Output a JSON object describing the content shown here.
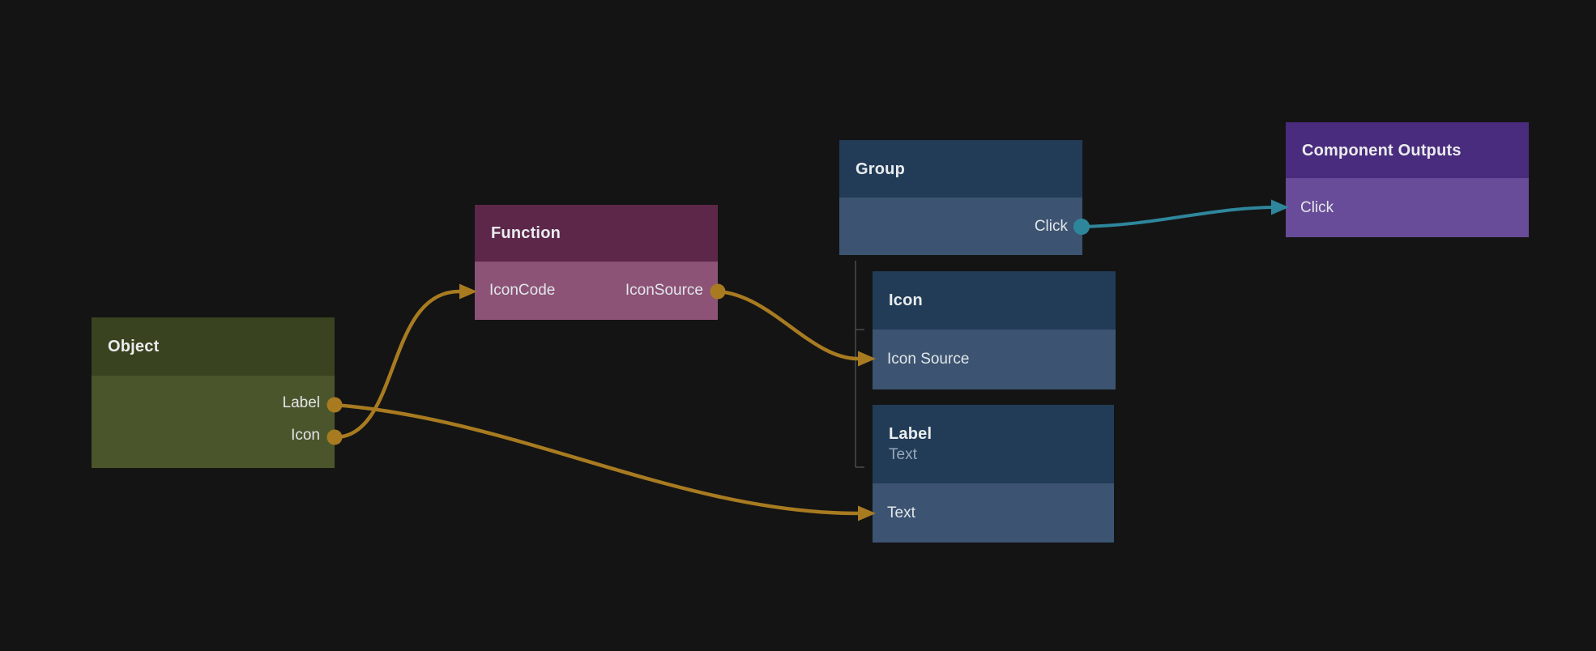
{
  "canvas": {
    "background": "#141414"
  },
  "colors": {
    "wire_gold": "#a87b21",
    "wire_teal": "#2e869c",
    "port_gold": "#a87b21",
    "port_teal": "#2e869c",
    "tree_line": "#4b4b4b",
    "title_text": "#e9ecee",
    "port_text": "#e2e6e9",
    "subtitle_text": "#96a9bb"
  },
  "nodes": {
    "object": {
      "title": "Object",
      "header_color": "#3a431f",
      "body_color": "#4b552b",
      "outputs": [
        {
          "label": "Label"
        },
        {
          "label": "Icon"
        }
      ]
    },
    "function": {
      "title": "Function",
      "header_color": "#5c2749",
      "body_color": "#8c5377",
      "input": "IconCode",
      "output": "IconSource"
    },
    "group": {
      "title": "Group",
      "header_color": "#223c57",
      "body_color": "#3c5471",
      "output": "Click"
    },
    "icon": {
      "title": "Icon",
      "header_color": "#223c57",
      "body_color": "#3c5471",
      "input": "Icon Source"
    },
    "label": {
      "title": "Label",
      "subtitle": "Text",
      "header_color": "#223c57",
      "body_color": "#3c5471",
      "input": "Text"
    },
    "component_outputs": {
      "title": "Component Outputs",
      "header_color": "#4a2c7e",
      "body_color": "#684c99",
      "input": "Click"
    }
  },
  "edges": [
    {
      "from": "Object.Icon",
      "to": "Function.IconCode",
      "color": "#a87b21"
    },
    {
      "from": "Object.Label",
      "to": "Label.Text",
      "color": "#a87b21"
    },
    {
      "from": "Function.IconSource",
      "to": "Icon.Icon Source",
      "color": "#a87b21"
    },
    {
      "from": "Group.Click",
      "to": "Component Outputs.Click",
      "color": "#2e869c"
    }
  ]
}
